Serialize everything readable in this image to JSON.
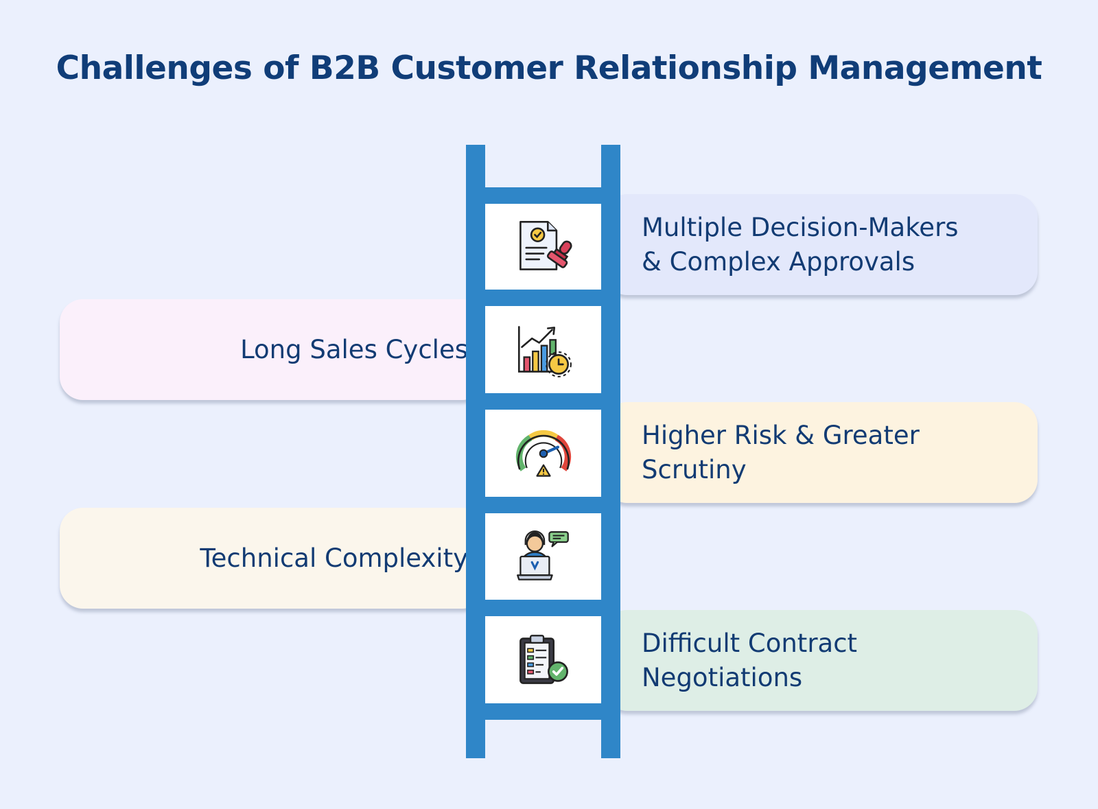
{
  "title": "Challenges of B2B Customer Relationship Management",
  "items": [
    {
      "label": "Multiple Decision-Makers & Complex Approvals",
      "lines": [
        "Multiple Decision-Makers",
        "& Complex Approvals"
      ],
      "side": "right",
      "icon": "document-stamp-icon",
      "color": "#e3e8fb"
    },
    {
      "label": "Long Sales Cycles",
      "lines": [
        "Long Sales Cycles"
      ],
      "side": "left",
      "icon": "growth-chart-clock-icon",
      "color": "#fbf0fb"
    },
    {
      "label": "Higher Risk & Greater Scrutiny",
      "lines": [
        "Higher Risk & Greater",
        "Scrutiny"
      ],
      "side": "right",
      "icon": "risk-gauge-icon",
      "color": "#fdf3e0"
    },
    {
      "label": "Technical Complexity",
      "lines": [
        "Technical Complexity"
      ],
      "side": "left",
      "icon": "tech-support-icon",
      "color": "#fbf6ec"
    },
    {
      "label": "Difficult Contract Negotiations",
      "lines": [
        "Difficult Contract",
        "Negotiations"
      ],
      "side": "right",
      "icon": "clipboard-check-icon",
      "color": "#deeee6"
    }
  ],
  "colors": {
    "background": "#ebf0fd",
    "title": "#103d78",
    "ladder": "#2f86c8",
    "text": "#123b73"
  }
}
